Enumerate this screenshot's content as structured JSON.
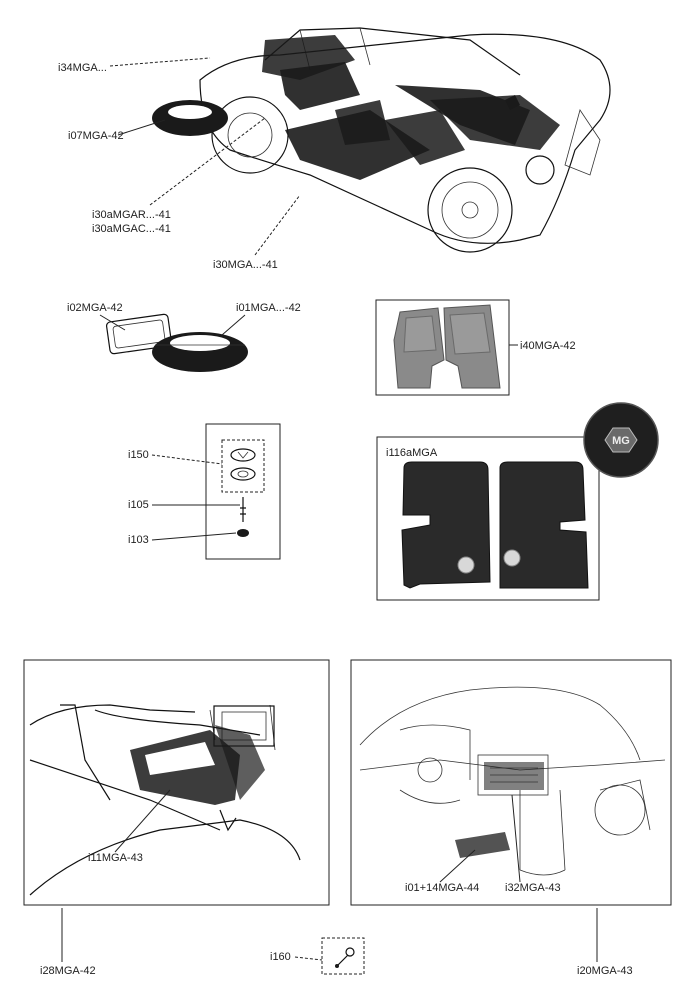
{
  "labels": {
    "i34": "i34MGA...",
    "i07": "i07MGA-42",
    "i30a_r": "i30aMGAR...-41",
    "i30a_c": "i30aMGAC...-41",
    "i30": "i30MGA...-41",
    "i02": "i02MGA-42",
    "i01": "i01MGA...-42",
    "i40": "i40MGA-42",
    "i150": "i150",
    "i105": "i105",
    "i103": "i103",
    "i116a": "i116aMGA",
    "i11": "i11MGA-43",
    "i01_14": "i01+14MGA-44",
    "i32": "i32MGA-43",
    "i28": "i28MGA-42",
    "i160": "i160",
    "i20": "i20MGA-43"
  },
  "badge_text": "MG",
  "colors": {
    "line": "#222222",
    "carpet": "#1a1a1a",
    "mat_photo": "#8a8a8a",
    "mat_black": "#2a2a2a",
    "paper": "#ffffff"
  }
}
